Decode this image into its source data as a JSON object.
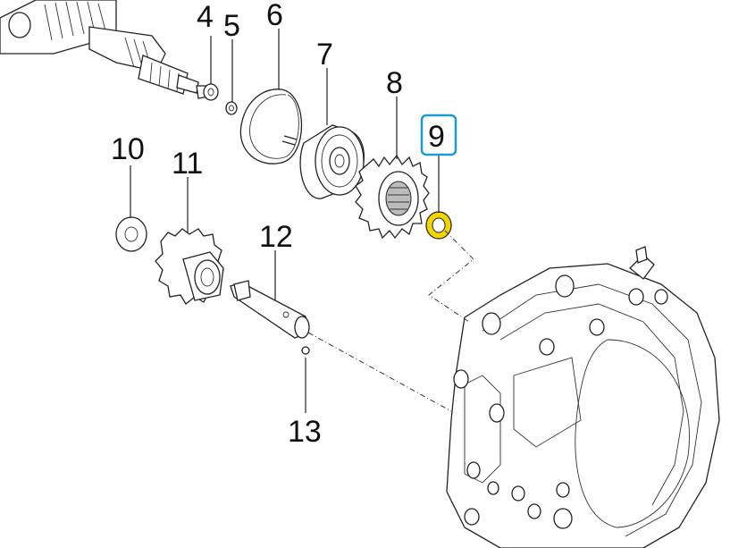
{
  "callouts": [
    {
      "id": "4",
      "label": "4"
    },
    {
      "id": "5",
      "label": "5"
    },
    {
      "id": "6",
      "label": "6"
    },
    {
      "id": "7",
      "label": "7"
    },
    {
      "id": "8",
      "label": "8"
    },
    {
      "id": "9",
      "label": "9",
      "highlighted": true
    },
    {
      "id": "10",
      "label": "10"
    },
    {
      "id": "11",
      "label": "11"
    },
    {
      "id": "12",
      "label": "12"
    },
    {
      "id": "13",
      "label": "13"
    }
  ],
  "colors": {
    "highlight_box": "#1a9ad6",
    "highlight_part": "#f2d400",
    "line": "#222222"
  }
}
